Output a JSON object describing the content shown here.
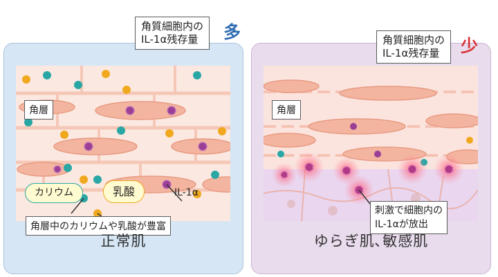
{
  "normal": {
    "callout_line1": "角質細胞内の",
    "callout_line2": "IL-1α残存量",
    "amount": "多",
    "stratum_label": "角層",
    "potassium": "カリウム",
    "lactic_acid": "乳酸",
    "il1_label": "IL-1α",
    "rich_note": "角層中のカリウムや乳酸が豊富",
    "caption": "正常肌"
  },
  "sensitive": {
    "callout_line1": "角質細胞内の",
    "callout_line2": "IL-1α残存量",
    "amount": "少",
    "stratum_label": "角層",
    "release_line1": "刺激で細胞内の",
    "release_line2": "IL-1αが放出",
    "caption": "ゆらぎ肌､敏感肌"
  },
  "colors": {
    "amount_many": "#2f6db3",
    "amount_few": "#d8353b",
    "potassium_dot": "#2aa7a4",
    "lactic_dot": "#f0a81f",
    "il1_dot": "#9b3f97",
    "cell": "#f2b49f",
    "glow": "#ff4d6d"
  }
}
